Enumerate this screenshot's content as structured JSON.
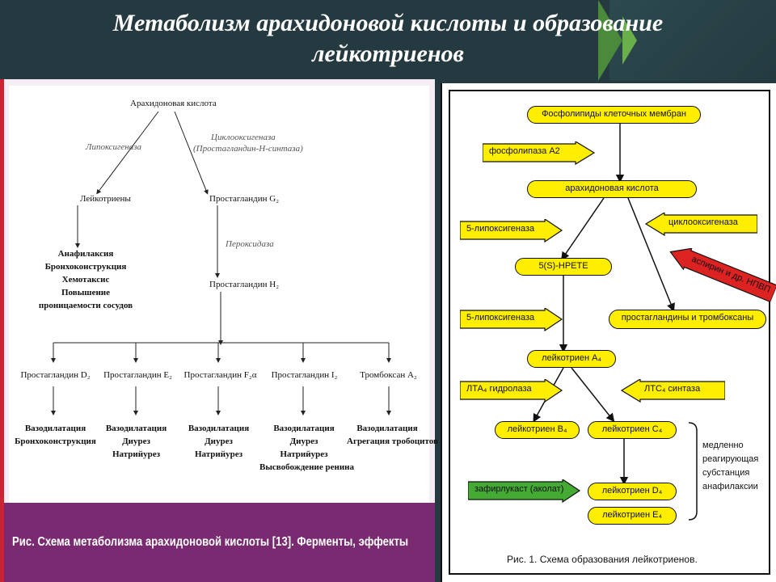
{
  "slide": {
    "title_line1": "Метаболизм арахидоновой кислоты и образование",
    "title_line2": "лейкотриенов"
  },
  "left_diagram": {
    "root": "Арахидоновая кислота",
    "enzyme_left": "Липоксигеназа",
    "enzyme_right_1": "Циклооксигеназа",
    "enzyme_right_2": "(Простагландин-Н-синтаза)",
    "leukotrienes": "Лейкотриены",
    "pg_g2": "Простагландин G₂",
    "peroxidase": "Пероксидаза",
    "pg_h2": "Простагландин H₂",
    "effects_lt": [
      "Анафилаксия",
      "Бронхоконструкция",
      "Хемотаксис",
      "Повышение",
      "проницаемости сосудов"
    ],
    "products": [
      {
        "name": "Простагландин D₂",
        "effects": [
          "Вазодилатация",
          "Бронхоконструкция"
        ]
      },
      {
        "name": "Простагландин E₂",
        "effects": [
          "Вазодилатация",
          "Диурез",
          "Натрийурез"
        ]
      },
      {
        "name": "Простагландин F₂α",
        "effects": [
          "Вазодилатация",
          "Диурез",
          "Натрийурез"
        ]
      },
      {
        "name": "Простагландин I₂",
        "effects": [
          "Вазодилатация",
          "Диурез",
          "Натрийурез",
          "Высвобождение ренина"
        ]
      },
      {
        "name": "Тромбоксан A₂",
        "effects": [
          "Вазодилатация",
          "Агрегация тробоцитов"
        ]
      }
    ],
    "caption": "Рис. Схема метаболизма арахидоновой кислоты [13]. Ферменты, эффекты"
  },
  "right_diagram": {
    "phospholipids": "Фосфолипиды клеточных мембран",
    "phospholipase": "фосфолипаза А2",
    "arachidonic": "арахидоновая кислота",
    "lipoxygenase_1": "5-липоксигеназа",
    "cyclooxygenase": "циклооксигеназа",
    "aspirin": "аспирин и др. НПВП",
    "hpete": "5(S)-HPETE",
    "lipoxygenase_2": "5-липоксигеназа",
    "prostaglandins": "простагландины и тромбоксаны",
    "lta4": "лейкотриен A₄",
    "lta4_hydrolase": "ЛТА₄ гидролаза",
    "ltc4_synthase": "ЛТС₄ синтаза",
    "ltb4": "лейкотриен B₄",
    "ltc4": "лейкотриен C₄",
    "zafirlukast": "зафирлукаст (аколат)",
    "ltd4": "лейкотриен D₄",
    "lte4": "лейкотриен E₄",
    "srs_lines": [
      "медленно",
      "реагирующая",
      "субстанция",
      "анафилаксии"
    ],
    "caption": "Рис. 1. Схема образования лейкотриенов."
  },
  "colors": {
    "background": "#243a40",
    "yellow": "#ffee00",
    "red": "#dd2222",
    "green": "#44aa33",
    "caption_bg": "#7a2a70"
  }
}
